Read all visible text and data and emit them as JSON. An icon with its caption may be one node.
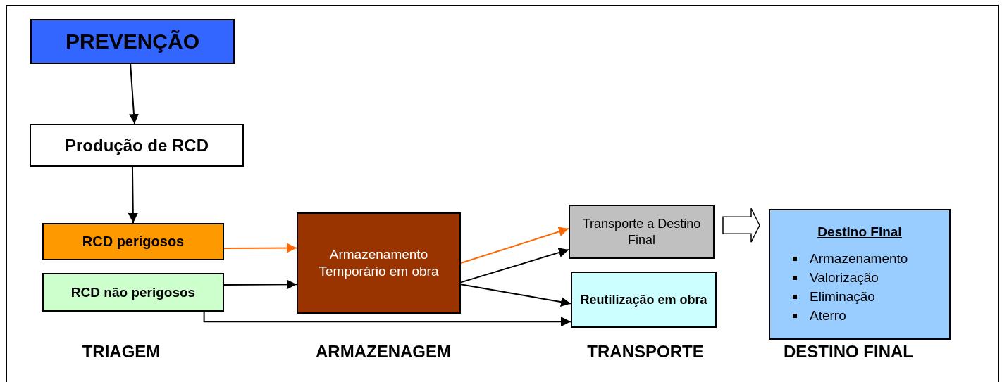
{
  "diagram": {
    "nodes": [
      {
        "text": [
          "PREVENÇÃO"
        ]
      },
      {
        "text": [
          "Produção de RCD"
        ]
      },
      {
        "text": [
          "RCD perigosos"
        ]
      },
      {
        "text": [
          "RCD não perigosos"
        ]
      },
      {
        "text": [
          "Armazenamento Temporário em obra"
        ]
      },
      {
        "text": [
          "Transporte a Destino Final"
        ]
      },
      {
        "text": [
          "Reutilização em obra"
        ]
      },
      {
        "text": [
          "Destino Final",
          "Armazenamento",
          "Valorização",
          "Eliminação",
          "Aterro"
        ]
      }
    ],
    "edges": [
      {
        "from": 0,
        "to": 1,
        "arrow": "to"
      },
      {
        "from": 1,
        "to": 2,
        "arrow": "to"
      },
      {
        "from": 2,
        "to": 4,
        "arrow": "to",
        "color": "#ff6600"
      },
      {
        "from": 3,
        "to": 4,
        "arrow": "to"
      },
      {
        "from": 4,
        "to": 5,
        "arrow": "to",
        "color": "#ff6600"
      },
      {
        "from": 4,
        "to": 5,
        "arrow": "to"
      },
      {
        "from": 4,
        "to": 6,
        "arrow": "to"
      },
      {
        "from": 3,
        "to": 6,
        "arrow": "to"
      },
      {
        "from": 5,
        "to": 7,
        "arrow": "to",
        "style": "thick"
      }
    ],
    "labels": [
      "TRIAGEM",
      "ARMAZENAGEM",
      "TRANSPORTE",
      "DESTINO FINAL"
    ]
  }
}
